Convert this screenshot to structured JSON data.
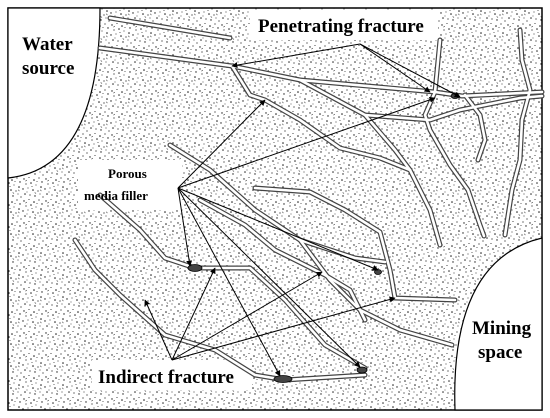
{
  "labels": {
    "water_source_line1": "Water",
    "water_source_line2": "source",
    "penetrating_fracture": "Penetrating fracture",
    "porous_line1": "Porous",
    "porous_line2": "media filler",
    "mining_line1": "Mining",
    "mining_line2": "space",
    "indirect_fracture": "Indirect fracture"
  },
  "colors": {
    "background": "#ffffff",
    "stipple": "#1a1a1a",
    "fracture_edge": "#444444",
    "fracture_fill": "#ffffff",
    "arrow": "#000000"
  }
}
